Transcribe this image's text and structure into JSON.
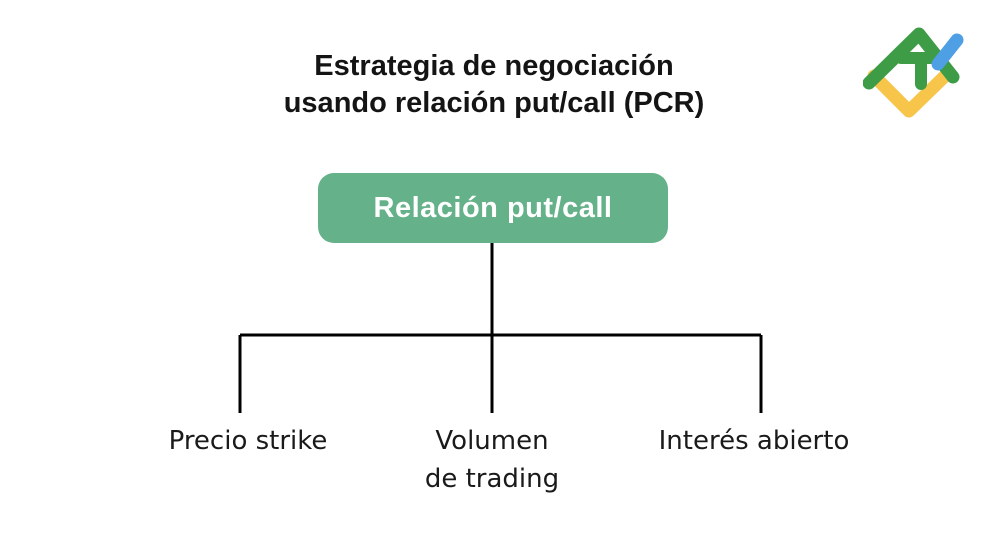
{
  "title": {
    "text": "Estrategia de negociación\nusando relación put/call (PCR)"
  },
  "diagram": {
    "root": {
      "label": "Relación put/call"
    },
    "children": [
      {
        "label": "Precio strike"
      },
      {
        "label": "Volumen\nde trading"
      },
      {
        "label": "Interés abierto"
      }
    ]
  },
  "icons": {
    "logo": "litefinance-trend-checkmark-logo"
  },
  "colors": {
    "page_bg": "#ffffff",
    "title_text": "#141414",
    "label_text": "#1a1a1a",
    "connector": "#000000",
    "root_box_bg": "#65B189",
    "root_box_text": "#ffffff",
    "logo_green": "#3E9C47",
    "logo_yellow": "#F6C54A",
    "logo_blue": "#4E9FE3"
  }
}
